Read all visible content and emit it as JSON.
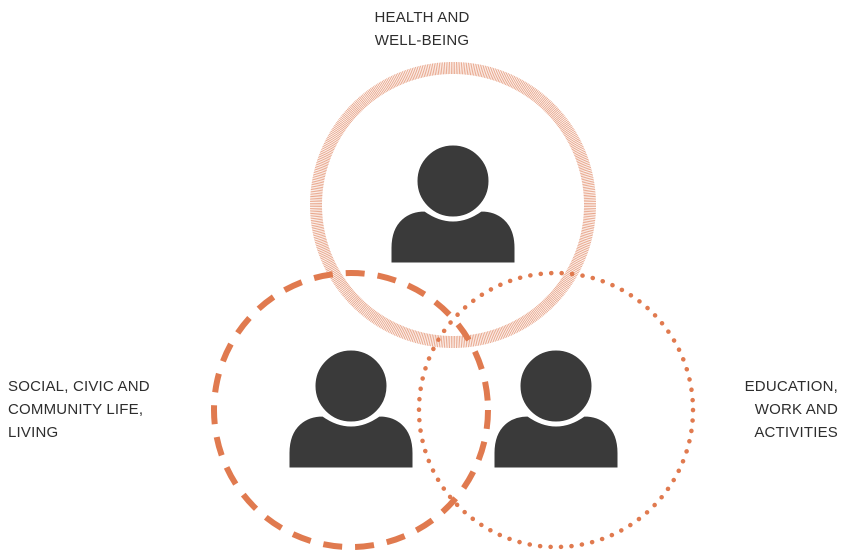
{
  "diagram": {
    "circles": [
      {
        "id": "health",
        "label_lines": [
          "HEALTH AND",
          "WELL-BEING"
        ],
        "border_style": "hatched",
        "color": "#E8A58A"
      },
      {
        "id": "social",
        "label_lines": [
          "SOCIAL, CIVIC AND",
          "COMMUNITY LIFE,",
          "LIVING"
        ],
        "border_style": "dashed",
        "color": "#E07A4F"
      },
      {
        "id": "education",
        "label_lines": [
          "EDUCATION,",
          "WORK AND",
          "ACTIVITIES"
        ],
        "border_style": "dotted",
        "color": "#E07A4F"
      }
    ],
    "person_icon": "person-silhouette-icon",
    "person_color": "#3A3A3A"
  }
}
